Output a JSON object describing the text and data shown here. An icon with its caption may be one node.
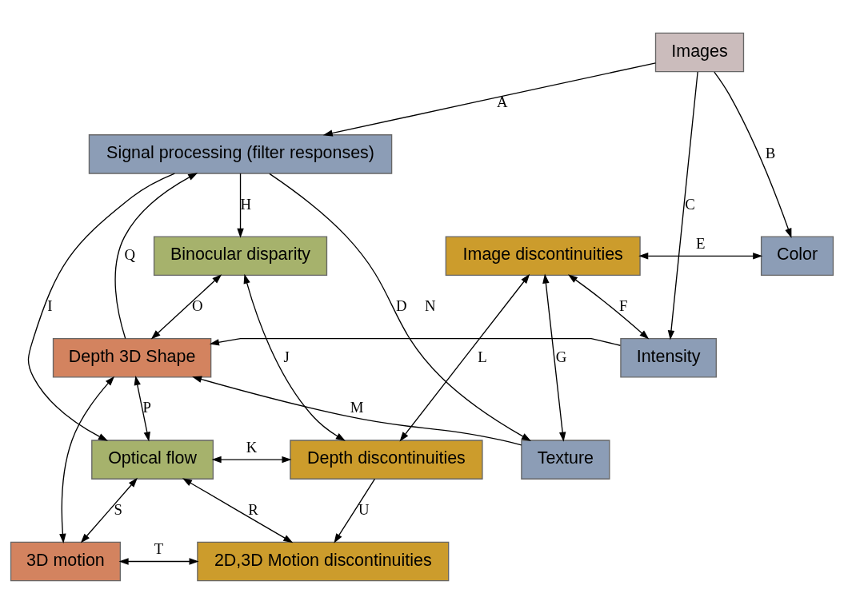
{
  "diagram": {
    "nodes": [
      {
        "text": [
          "Images"
        ]
      },
      {
        "text": [
          "Signal processing (filter responses)"
        ]
      },
      {
        "text": [
          "Binocular disparity"
        ]
      },
      {
        "text": [
          "Depth 3D Shape"
        ]
      },
      {
        "text": [
          "3D motion"
        ]
      },
      {
        "text": [
          "Optical flow"
        ]
      },
      {
        "text": [
          "Image discontinuities"
        ]
      },
      {
        "text": [
          "Depth discontinuities"
        ]
      },
      {
        "text": [
          "2D,3D Motion discontinuities"
        ]
      },
      {
        "text": [
          "Color"
        ]
      },
      {
        "text": [
          "Intensity"
        ]
      },
      {
        "text": [
          "Texture"
        ]
      }
    ],
    "edges": [
      {
        "from": 0,
        "to": 1,
        "arrow": "to",
        "label": "A"
      },
      {
        "from": 0,
        "to": 9,
        "arrow": "to",
        "label": "B"
      },
      {
        "from": 0,
        "to": 10,
        "arrow": "to",
        "label": "C"
      },
      {
        "from": 1,
        "to": 11,
        "arrow": "to",
        "label": "D"
      },
      {
        "from": 6,
        "to": 9,
        "arrow": "both",
        "label": "E"
      },
      {
        "from": 6,
        "to": 10,
        "arrow": "both",
        "label": "F"
      },
      {
        "from": 6,
        "to": 11,
        "arrow": "both",
        "label": "G"
      },
      {
        "from": 1,
        "to": 2,
        "arrow": "to",
        "label": "H"
      },
      {
        "from": 1,
        "to": 5,
        "arrow": "to",
        "label": "I"
      },
      {
        "from": 2,
        "to": 7,
        "arrow": "both",
        "label": "J"
      },
      {
        "from": 5,
        "to": 7,
        "arrow": "both",
        "label": "K"
      },
      {
        "from": 6,
        "to": 7,
        "arrow": "both",
        "label": "L"
      },
      {
        "from": 11,
        "to": 3,
        "arrow": "to",
        "label": "M"
      },
      {
        "from": 10,
        "to": 3,
        "arrow": "to",
        "label": "N"
      },
      {
        "from": 2,
        "to": 3,
        "arrow": "both",
        "label": "O"
      },
      {
        "from": 3,
        "to": 5,
        "arrow": "both",
        "label": "P"
      },
      {
        "from": 3,
        "to": 1,
        "arrow": "to",
        "label": "Q"
      },
      {
        "from": 5,
        "to": 8,
        "arrow": "both",
        "label": "R"
      },
      {
        "from": 4,
        "to": 5,
        "arrow": "both",
        "label": "S"
      },
      {
        "from": 4,
        "to": 8,
        "arrow": "both",
        "label": "T"
      },
      {
        "from": 7,
        "to": 8,
        "arrow": "to",
        "label": "U"
      },
      {
        "from": 3,
        "to": 4,
        "arrow": "both"
      }
    ]
  }
}
